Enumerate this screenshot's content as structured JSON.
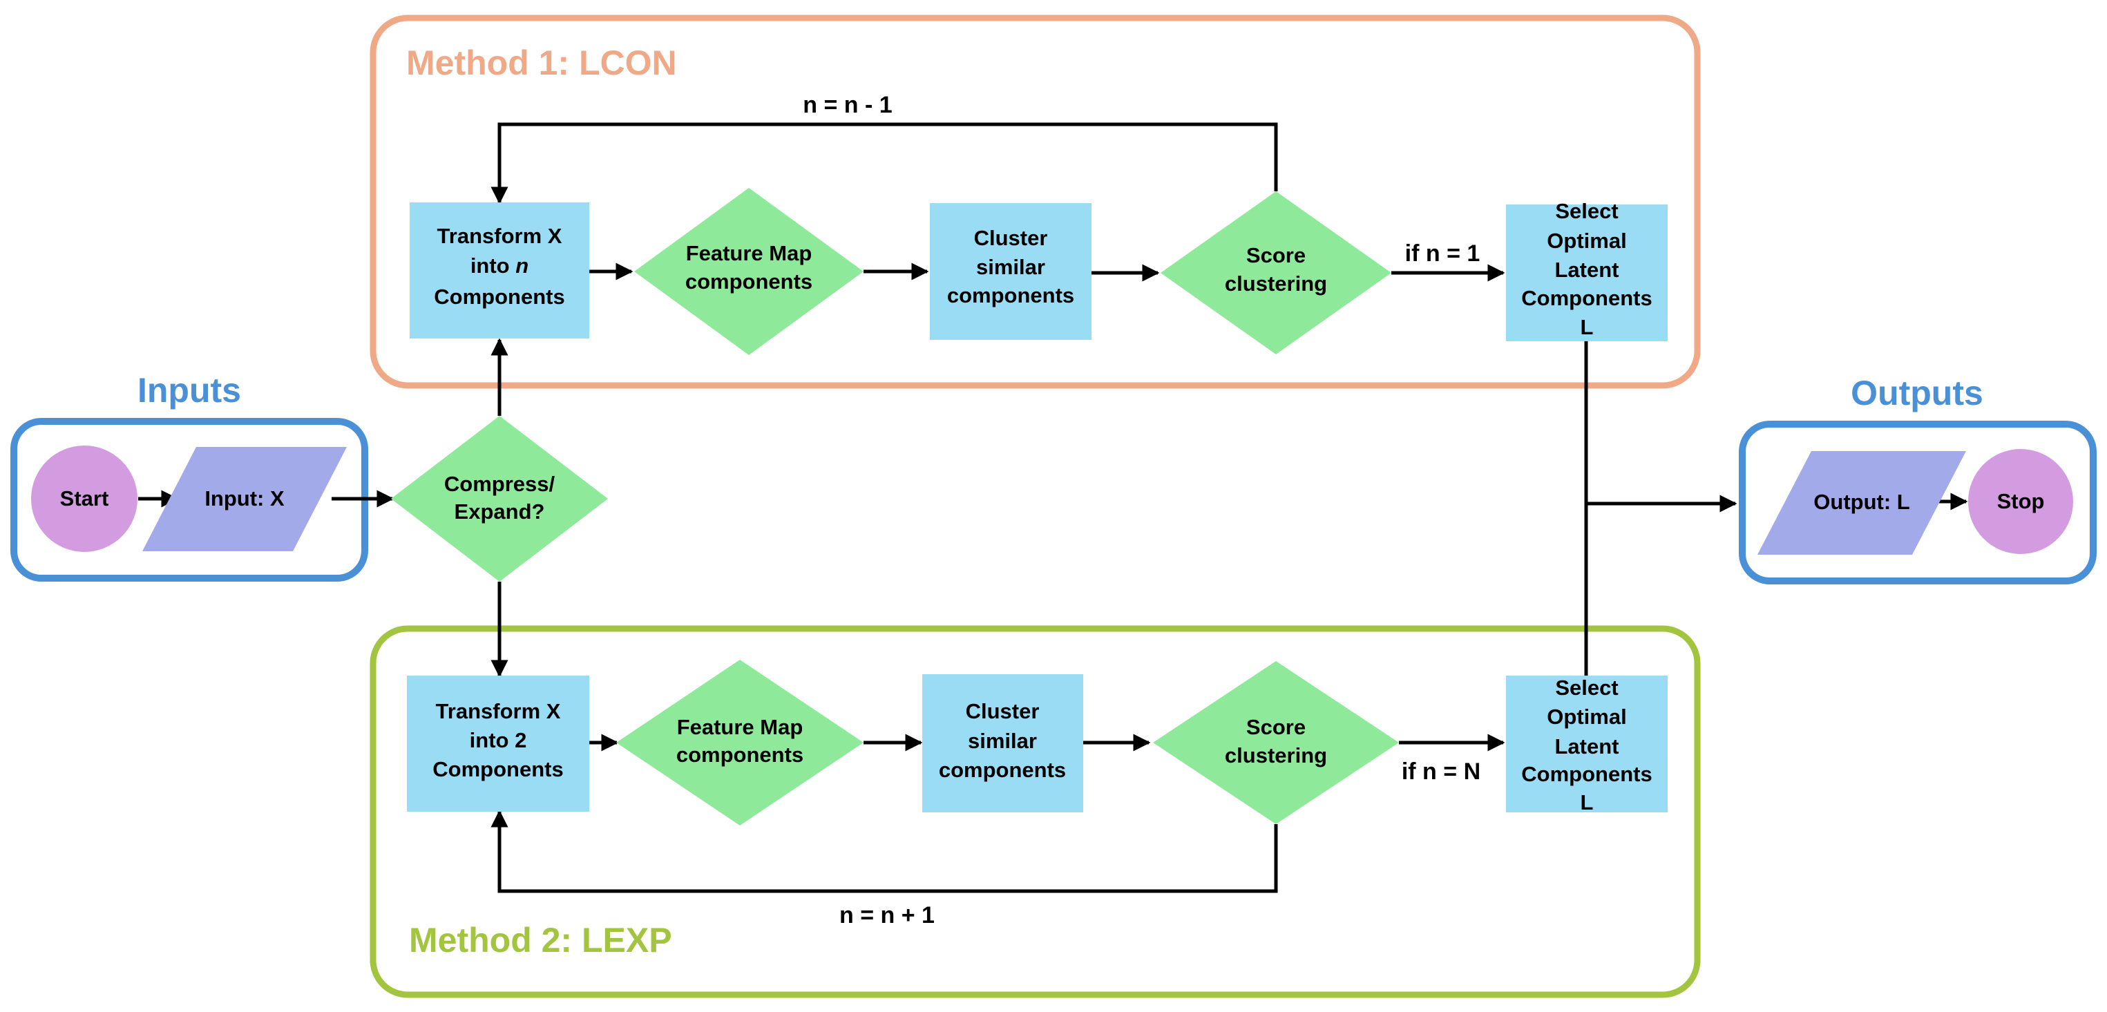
{
  "colors": {
    "method1": "#f0a986",
    "method2": "#a2c43e",
    "io": "#4a90d6",
    "process": "#9bdcf5",
    "decision": "#8fe99a",
    "terminal": "#d39ce0",
    "data": "#a2aaea"
  },
  "groups": {
    "method1": {
      "title": "Method 1: LCON"
    },
    "method2": {
      "title": "Method 2: LEXP"
    },
    "inputs": {
      "title": "Inputs"
    },
    "outputs": {
      "title": "Outputs"
    }
  },
  "nodes": {
    "start": {
      "text": "Start"
    },
    "input_x": {
      "text": "Input: X"
    },
    "compress": {
      "line1": "Compress/",
      "line2": "Expand?"
    },
    "m1_transform": {
      "line1": "Transform X",
      "line2a": "into ",
      "line2b": "n",
      "line3": "Components"
    },
    "m1_feature": {
      "line1": "Feature Map",
      "line2": "components"
    },
    "m1_cluster": {
      "line1": "Cluster",
      "line2": "similar",
      "line3": "components"
    },
    "m1_score": {
      "line1": "Score",
      "line2": "clustering"
    },
    "m1_select": {
      "line1": "Select",
      "line2": "Optimal",
      "line3": "Latent",
      "line4": "Components",
      "line5": "L"
    },
    "m2_transform": {
      "line1": "Transform X",
      "line2": "into 2",
      "line3": "Components"
    },
    "m2_feature": {
      "line1": "Feature Map",
      "line2": "components"
    },
    "m2_cluster": {
      "line1": "Cluster",
      "line2": "similar",
      "line3": "components"
    },
    "m2_score": {
      "line1": "Score",
      "line2": "clustering"
    },
    "m2_select": {
      "line1": "Select",
      "line2": "Optimal",
      "line3": "Latent",
      "line4": "Components",
      "line5": "L"
    },
    "output_l": {
      "text": "Output: L"
    },
    "stop": {
      "text": "Stop"
    }
  },
  "edges": {
    "m1_loop": "n = n - 1",
    "m1_exit": "if n = 1",
    "m2_loop": "n = n + 1",
    "m2_exit": "if n = N"
  }
}
